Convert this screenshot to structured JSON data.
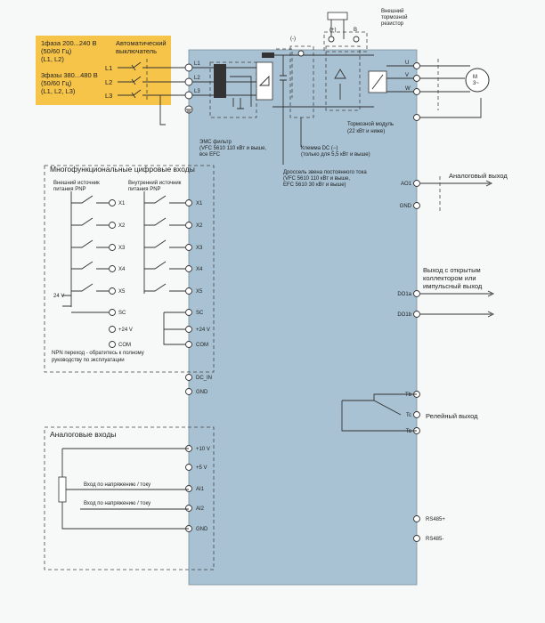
{
  "supply": {
    "single_phase": "1фаза 200...240 В\n(50/60 Гц)\n(L1, L2)",
    "three_phase": "3фазы 380...480 В\n(50/60 Гц)\n(L1, L2, L3)",
    "breaker": "Автоматический\nвыключатель",
    "lines": [
      "L1",
      "L2",
      "L3"
    ]
  },
  "brake_resistor": "Внешний\nтормозной\nрезистор",
  "dc_terms": [
    "(-)",
    "(+)",
    "B"
  ],
  "motor": {
    "label": "M\n3~",
    "terms": [
      "U",
      "V",
      "W"
    ]
  },
  "brake_module": "Тормозной модуль\n(22 кВт и ниже)",
  "emc_filter": "ЭМС фильтр\n(VFC 5610 110 кВт и выше,\nвсе EFC",
  "dc_clamp": "Клемма DC (−)\n(только для 5,5 кВт и выше)",
  "dc_choke": "Дроссель звена постоянного тока\n(VFC 5610 110 кВт и выше,\nEFC 5610 30 кВт и выше)",
  "digital_inputs": {
    "title": "Многофункциональные цифровые входы",
    "ext_pnp": "Внешний источник\nпитания PNP",
    "int_pnp": "Внутренний источник\nпитания PNP",
    "ext_terms": [
      "X1",
      "X2",
      "X3",
      "X4",
      "X5",
      "SC",
      "+24 V",
      "COM"
    ],
    "int_terms": [
      "X1",
      "X2",
      "X3",
      "X4",
      "X5",
      "SC",
      "+24 V",
      "COM"
    ],
    "supply_24v": "24 V",
    "npn_note": "NPN переход - обратитесь к полному\nруководству по эксплуатации"
  },
  "misc_terms": [
    "DC_IN",
    "GND"
  ],
  "analog_inputs": {
    "title": "Аналоговые входы",
    "terms": [
      "+10 V",
      "+5 V",
      "AI1",
      "AI2",
      "GND"
    ],
    "ai1_label": "Вход по напряжению / току",
    "ai2_label": "Вход по напряжению / току"
  },
  "outputs": {
    "analog_title": "Аналоговый выход",
    "ao_terms": [
      "AO1",
      "GND"
    ],
    "oc_title": "Выход с открытым\nколлектором или\nимпульсный выход",
    "do_terms": [
      "DO1a",
      "DO1b"
    ],
    "relay_title": "Релейный выход",
    "relay_terms": [
      "Tb",
      "Tc",
      "Ta"
    ],
    "rs485": [
      "RS485+",
      "RS485-"
    ]
  },
  "colors": {
    "drive_fill": "#a8c2d3",
    "supply_fill": "#f7c44a"
  }
}
